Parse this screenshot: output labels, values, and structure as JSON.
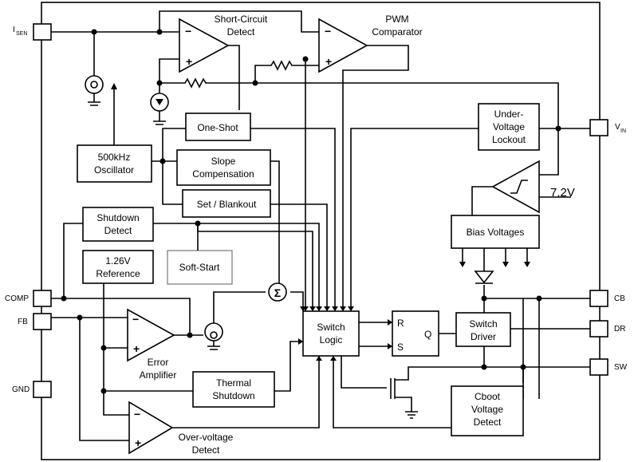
{
  "pins": {
    "isen": "I",
    "isen_sub": "SEN",
    "vin": "V",
    "vin_sub": "IN",
    "comp": "COMP",
    "fb": "FB",
    "gnd": "GND",
    "cb": "CB",
    "dr": "DR",
    "sw": "SW"
  },
  "blocks": {
    "short_circuit": [
      "Short-Circuit",
      "Detect"
    ],
    "pwm": [
      "PWM",
      "Comparator"
    ],
    "one_shot": "One-Shot",
    "oscillator": [
      "500kHz",
      "Oscillator"
    ],
    "slope": [
      "Slope",
      "Compensation"
    ],
    "set_blankout": "Set / Blankout",
    "uvlo": [
      "Under-",
      "Voltage",
      "Lockout"
    ],
    "bias": "Bias Voltages",
    "shutdown": [
      "Shutdown",
      "Detect"
    ],
    "reference": [
      "1.26V",
      "Reference"
    ],
    "soft_start": "Soft-Start",
    "error_amp": [
      "Error",
      "Amplifier"
    ],
    "switch_logic": [
      "Switch",
      "Logic"
    ],
    "latch_r": "R",
    "latch_s": "S",
    "latch_q": "Q",
    "switch_driver": [
      "Switch",
      "Driver"
    ],
    "thermal": [
      "Thermal",
      "Shutdown"
    ],
    "cboot": [
      "Cboot",
      "Voltage",
      "Detect"
    ],
    "overvoltage": [
      "Over-voltage",
      "Detect"
    ],
    "threshold": "7.2V",
    "minus": "−",
    "plus": "+",
    "sigma": "Σ"
  }
}
